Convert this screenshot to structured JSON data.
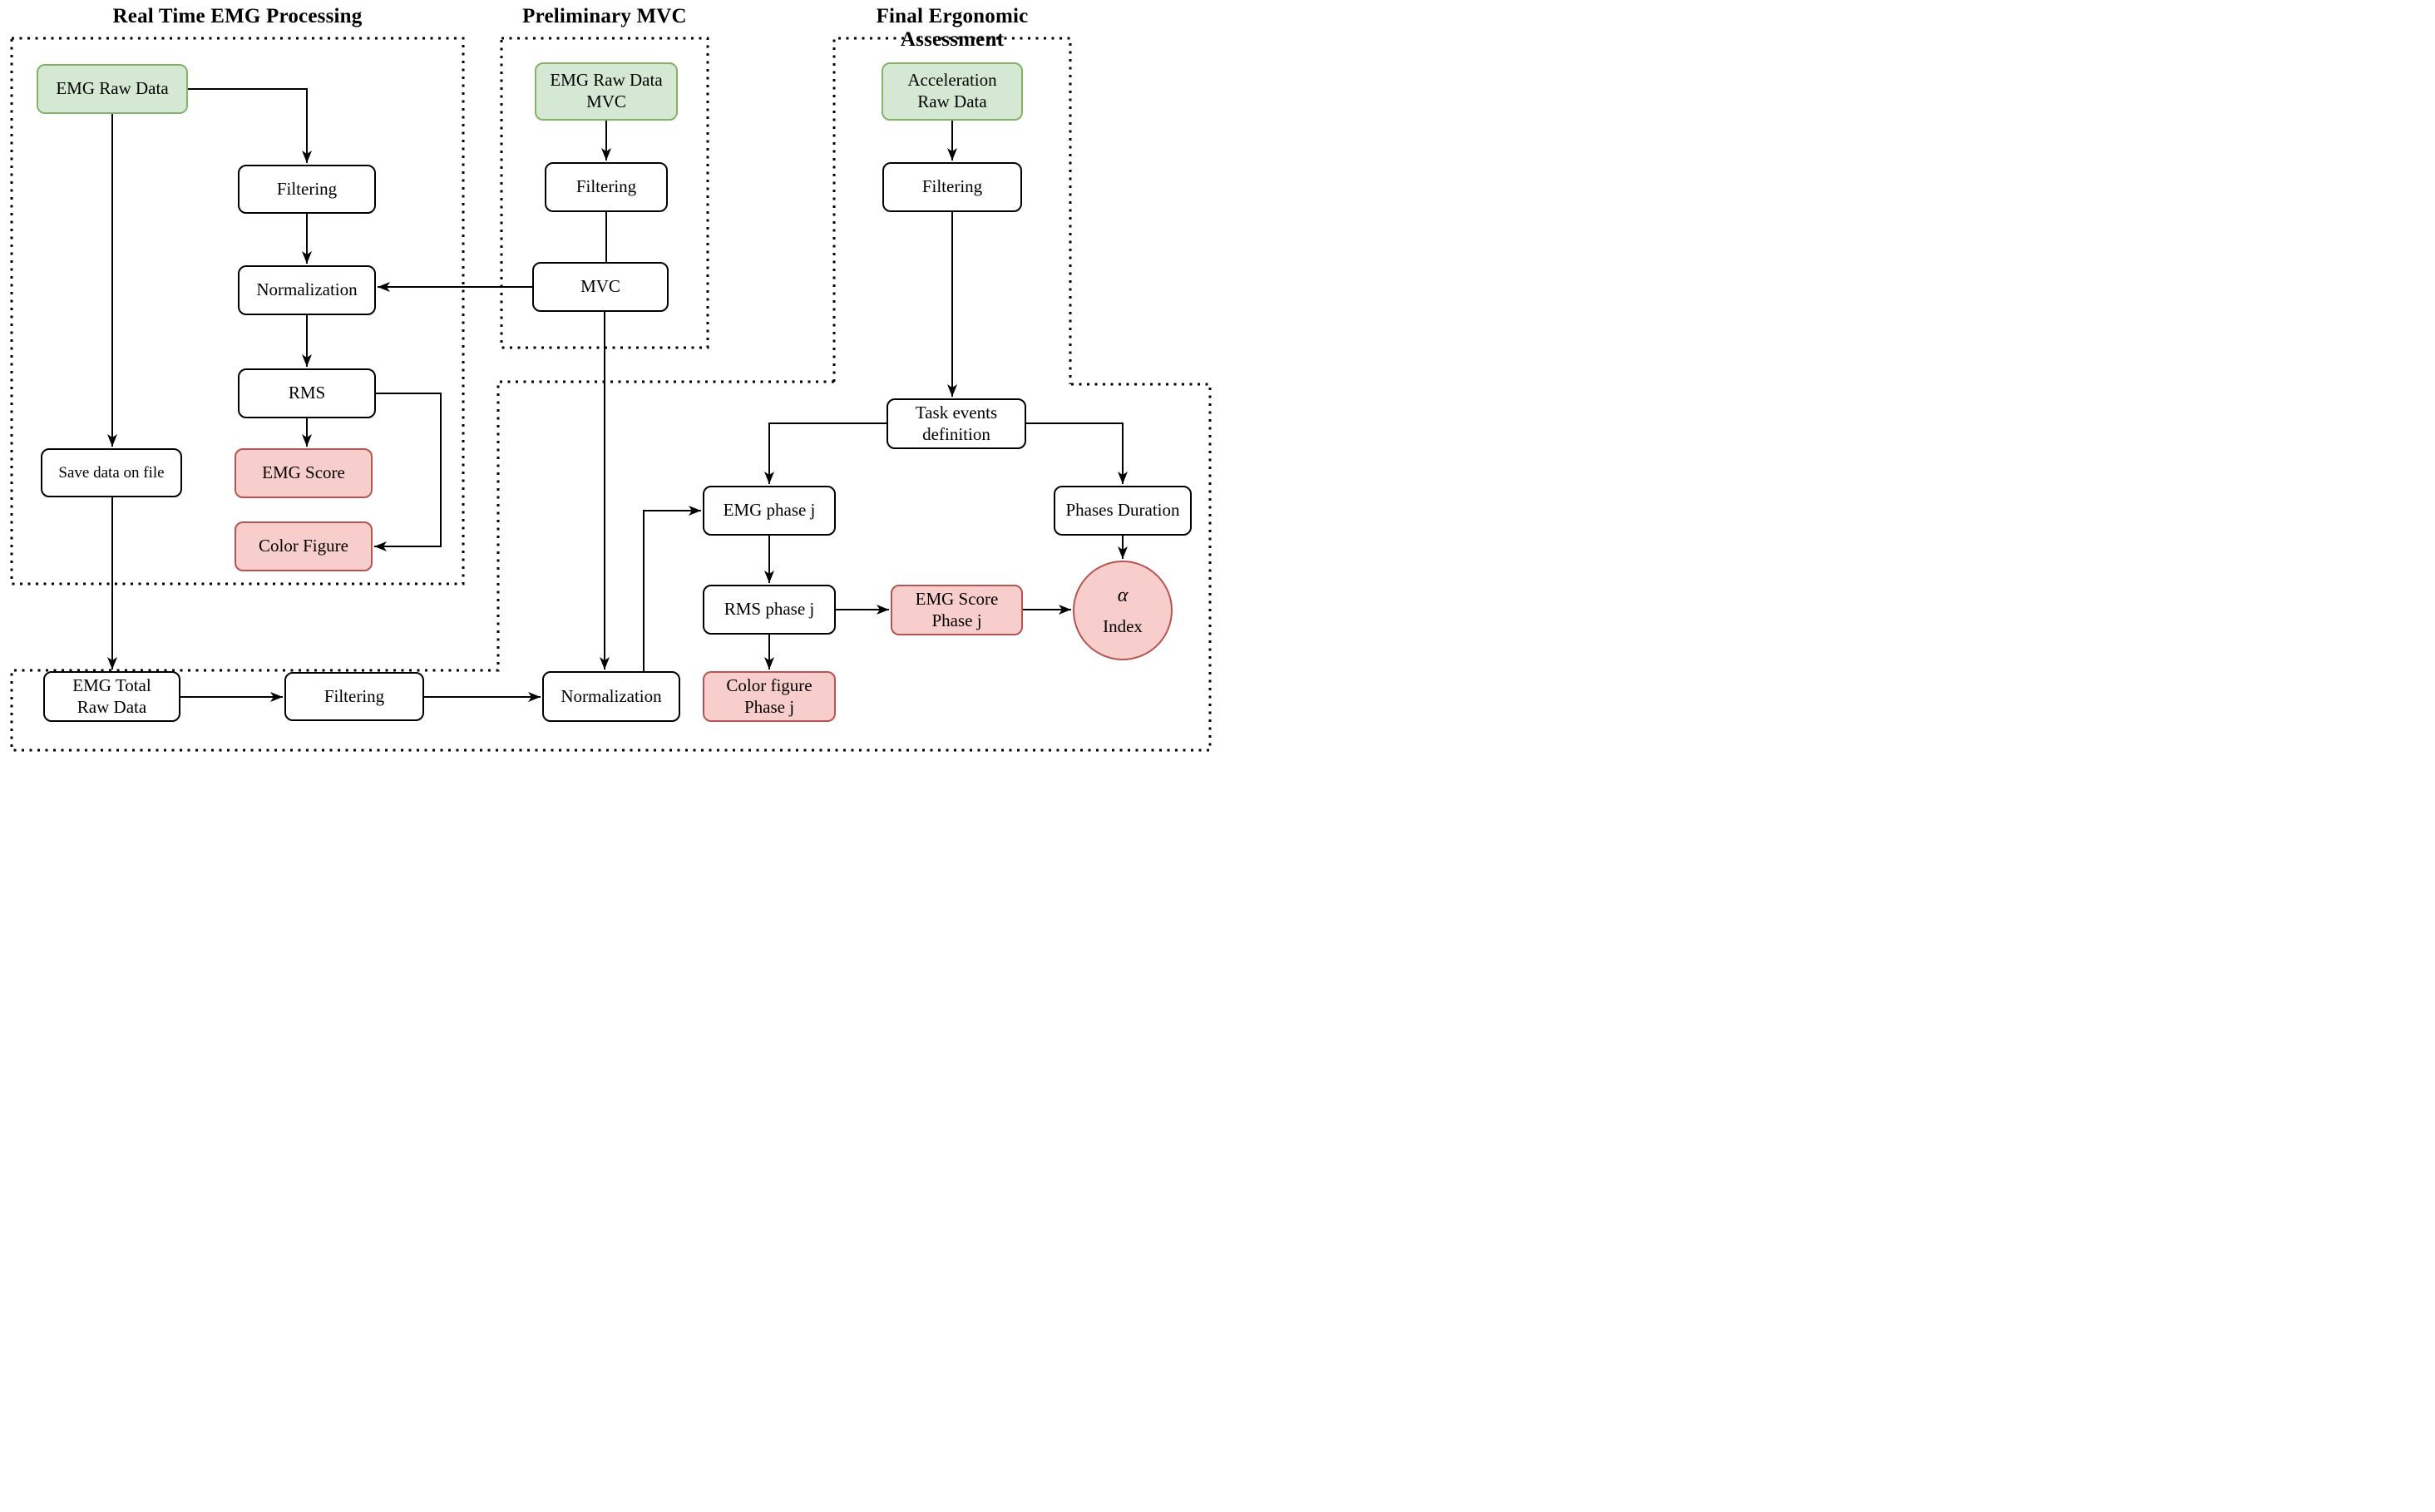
{
  "diagram": {
    "type": "flowchart",
    "sections": {
      "realtime": {
        "title": "Real Time EMG Processing"
      },
      "preliminary": {
        "title": "Preliminary MVC"
      },
      "final": {
        "title": "Final Ergonomic Assessment"
      }
    },
    "colors": {
      "green_fill": "#d5e8d4",
      "green_border": "#82b366",
      "pink_fill": "#f8cecc",
      "pink_border": "#b85450",
      "line": "#000000",
      "background": "#ffffff"
    },
    "nodes": {
      "emg_raw_data": [
        "EMG Raw Data"
      ],
      "filtering_rt": [
        "Filtering"
      ],
      "normalization_rt": [
        "Normalization"
      ],
      "rms": [
        "RMS"
      ],
      "emg_score": [
        "EMG Score"
      ],
      "color_figure": [
        "Color Figure"
      ],
      "save_data": [
        "Save data on file"
      ],
      "emg_raw_data_mvc": [
        "EMG Raw Data",
        "MVC"
      ],
      "filtering_mvc": [
        "Filtering"
      ],
      "mvc": [
        "MVC"
      ],
      "acceleration_raw_data": [
        "Acceleration",
        "Raw Data"
      ],
      "filtering_fea": [
        "Filtering"
      ],
      "task_events": [
        "Task events",
        "definition"
      ],
      "emg_phase_j": [
        "EMG phase j"
      ],
      "phases_duration": [
        "Phases Duration"
      ],
      "rms_phase_j": [
        "RMS phase j"
      ],
      "emg_score_phase_j": [
        "EMG Score",
        "Phase j"
      ],
      "alpha_index": [
        "α",
        "Index"
      ],
      "color_figure_phase_j": [
        "Color figure",
        "Phase j"
      ],
      "normalization_bottom": [
        "Normalization"
      ],
      "filtering_bottom": [
        "Filtering"
      ],
      "emg_total_raw_data": [
        "EMG Total",
        "Raw Data"
      ]
    }
  }
}
